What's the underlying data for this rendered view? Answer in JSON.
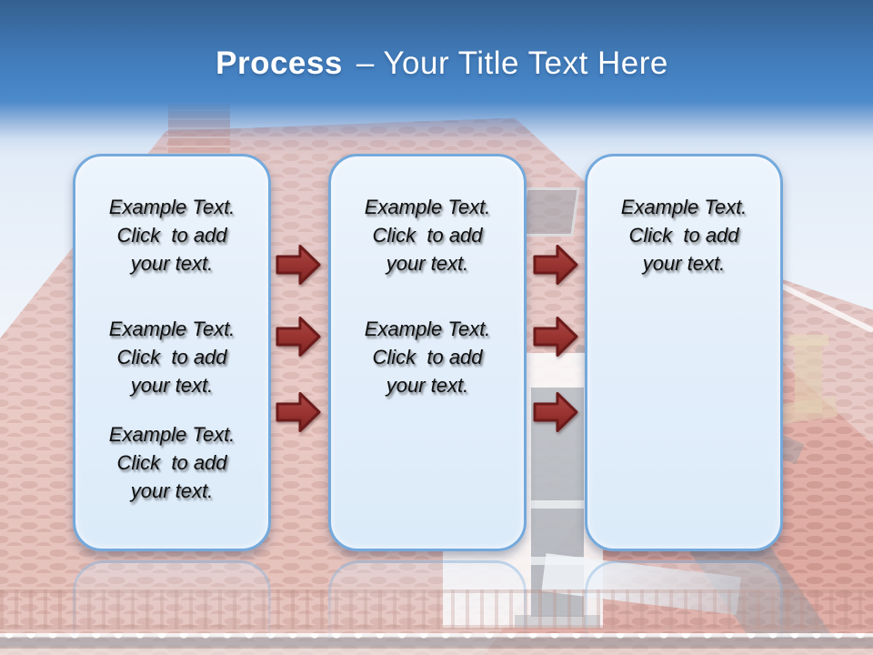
{
  "slide": {
    "title": {
      "emphasis": "Process",
      "rest": "– Your Title Text Here"
    }
  },
  "boxes": [
    {
      "name": "process-box-1",
      "blocks": [
        "Example Text.\nClick  to add\nyour text.",
        "Example Text.\nClick  to add\nyour text.",
        "Example Text.\nClick  to add\nyour text."
      ]
    },
    {
      "name": "process-box-2",
      "blocks": [
        "Example Text.\nClick  to add\nyour text.",
        "Example Text.\nClick  to add\nyour text."
      ]
    },
    {
      "name": "process-box-3",
      "blocks": [
        "Example Text.\nClick  to add\nyour text."
      ]
    }
  ],
  "arrows": {
    "icon": "right-arrow-icon",
    "direction": "right",
    "total": 6,
    "fill_top": "#a94744",
    "fill_bottom": "#7e2523",
    "stroke": "#6b1b1a"
  },
  "colors": {
    "header_top": "#33608f",
    "header_bottom": "#4d8aca",
    "title_text": "#ffffff",
    "box_fill": "#e3eefa",
    "box_border": "#74a9dc",
    "body_text": "#101010"
  }
}
